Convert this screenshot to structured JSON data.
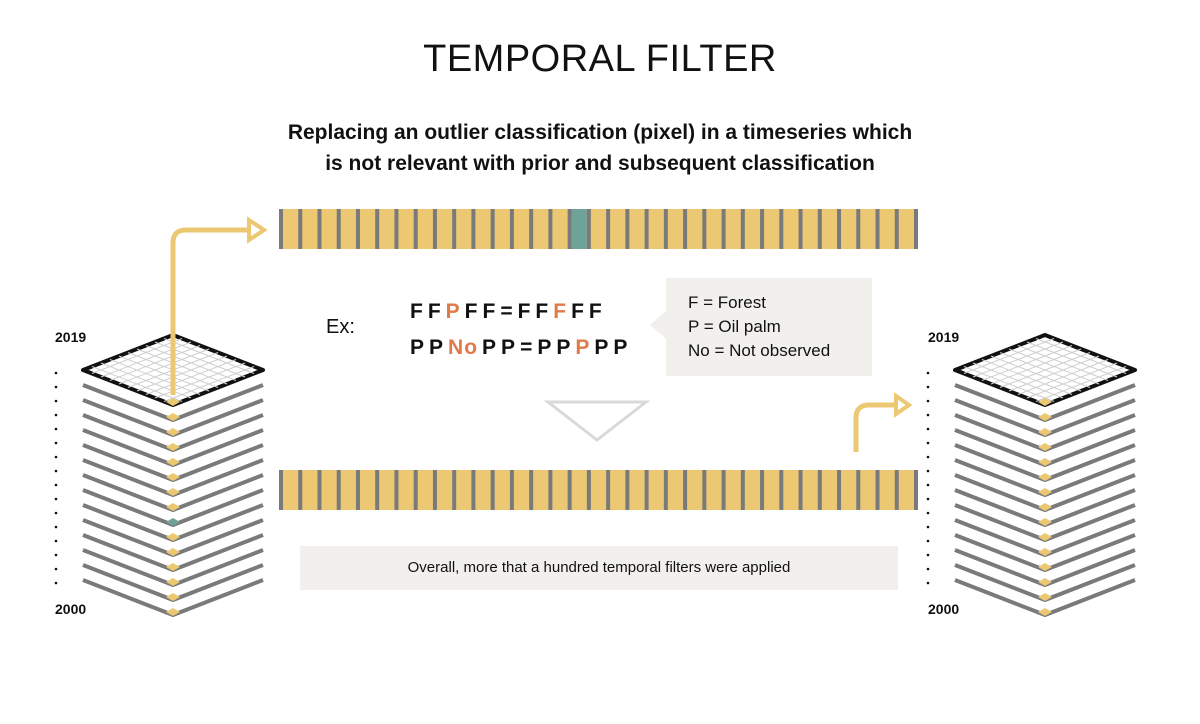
{
  "title": "TEMPORAL FILTER",
  "subtitle": {
    "line1": "Replacing an outlier classification (pixel) in a timeseries which",
    "line2": "is not relevant with prior and subsequent classification"
  },
  "example": {
    "label": "Ex:",
    "rows": [
      {
        "before": [
          "F",
          "F",
          "P",
          "F",
          "F"
        ],
        "after": [
          "F",
          "F",
          "F",
          "F",
          "F"
        ],
        "highlight": 2
      },
      {
        "before": [
          "P",
          "P",
          "No",
          "P",
          "P"
        ],
        "after": [
          "P",
          "P",
          "P",
          "P",
          "P"
        ],
        "highlight": 2
      }
    ],
    "equals": "="
  },
  "legend": {
    "items": [
      "F = Forest",
      "P = Oil palm",
      "No = Not observed"
    ]
  },
  "note": "Overall, more that a hundred temporal filters were applied",
  "stacks": {
    "left": {
      "top_year": "2019",
      "bottom_year": "2000"
    },
    "right": {
      "top_year": "2019",
      "bottom_year": "2000"
    }
  },
  "timeseries": {
    "layers": 34,
    "outlier_index": 15
  },
  "colors": {
    "pixel": "#ecc873",
    "outlier": "#6fa39a",
    "highlight": "#e07a4a",
    "layer": "#7a7a7a",
    "arrow": "#ecc873",
    "panel": "#f1f0ec"
  }
}
